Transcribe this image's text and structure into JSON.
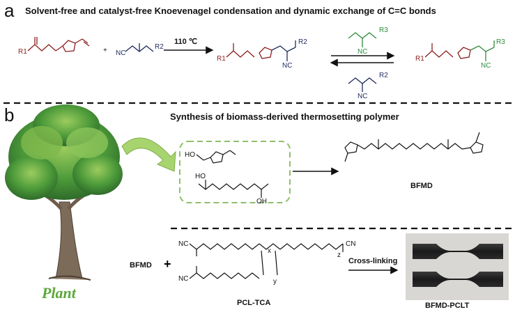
{
  "panel_a": {
    "letter": "a",
    "title": "Solvent-free and catalyst-free Knoevenagel  condensation and dynamic exchange of C=C bonds",
    "r1_left": "R1",
    "r2_reagent": "R2",
    "plus": "+",
    "nc_left": "NC",
    "condition": "110 ℃",
    "r1_product": "R1",
    "r2_product": "R2",
    "nc_product": "NC",
    "r3_top_reagent": "R3",
    "nc_top_reagent": "NC",
    "r2_bottom_reagent": "R2",
    "nc_bottom_reagent": "NC",
    "r1_exchanged": "R1",
    "r3_exchanged": "R3",
    "nc_exchanged": "NC"
  },
  "panel_b": {
    "letter": "b",
    "title": "Synthesis of biomass-derived thermosetting polymer",
    "plant_label": "Plant",
    "ho_label": "HO",
    "ho_acid_left": "HO",
    "oh_acid_right": "OH",
    "bfmd_product_label": "BFMD",
    "bfmd_reactant": "BFMD",
    "plus": "+",
    "pcl_nc_top": "NC",
    "pcl_nc_bottom": "NC",
    "pcl_cn_right": "CN",
    "pcl_x": "x",
    "pcl_y": "y",
    "pcl_z": "z",
    "pcl_label": "PCL-TCA",
    "crosslink_label": "Cross-linking",
    "sample_label": "BFMD-PCLT"
  },
  "colors": {
    "dark_red": "#8b1e1e",
    "navy": "#1f2a5c",
    "green": "#2e8b3a",
    "leaf_green": "#5aa83a",
    "dash_box": "#8fbf6a"
  }
}
